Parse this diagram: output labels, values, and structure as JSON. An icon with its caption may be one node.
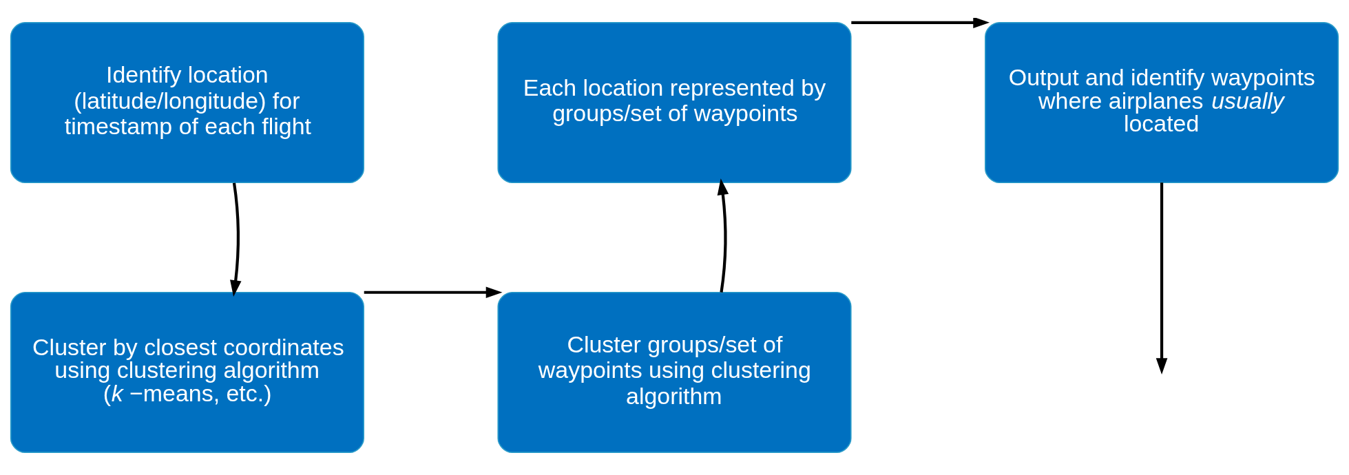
{
  "diagram": {
    "nodes": [
      {
        "text": [
          "Identify location (latitude/longitude) for timestamp of each flight"
        ]
      },
      {
        "text": [
          "Each location represented by groups/set of waypoints"
        ]
      },
      {
        "text": [
          "Output and identify waypoints where airplanes *usually* located"
        ]
      },
      {
        "text": [
          "Cluster by closest coordinates  using clustering algorithm (*k* −means, etc.)"
        ]
      },
      {
        "text": [
          "Cluster groups/set of waypoints using clustering algorithm"
        ]
      }
    ],
    "edges": [
      {
        "from": 0,
        "to": 3,
        "arrow": "to"
      },
      {
        "from": 3,
        "to": 4,
        "arrow": "to"
      },
      {
        "from": 4,
        "to": 1,
        "arrow": "to"
      },
      {
        "from": 1,
        "to": 2,
        "arrow": "to"
      },
      {
        "from": 2,
        "to": null,
        "arrow": "to"
      }
    ]
  }
}
